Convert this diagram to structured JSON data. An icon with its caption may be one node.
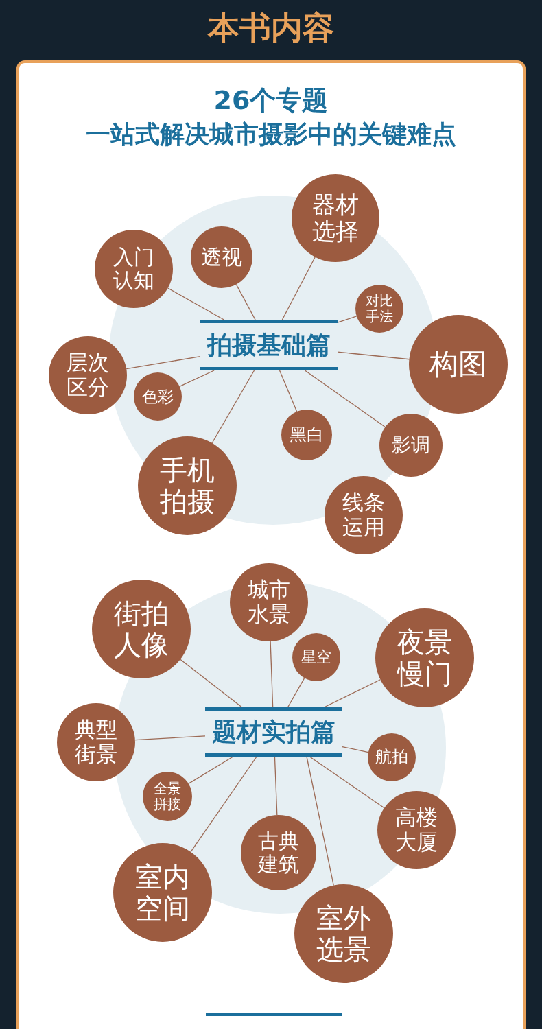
{
  "diagram": {
    "title": "本书内容",
    "nodes": [
      {
        "text": [
          "拍摄基础篇"
        ]
      },
      {
        "text": [
          "入门认知"
        ]
      },
      {
        "text": [
          "透视"
        ]
      },
      {
        "text": [
          "器材选择"
        ]
      },
      {
        "text": [
          "对比手法"
        ]
      },
      {
        "text": [
          "构图"
        ]
      },
      {
        "text": [
          "层次区分"
        ]
      },
      {
        "text": [
          "色彩"
        ]
      },
      {
        "text": [
          "黑白"
        ]
      },
      {
        "text": [
          "影调"
        ]
      },
      {
        "text": [
          "手机拍摄"
        ]
      },
      {
        "text": [
          "线条运用"
        ]
      },
      {
        "text": [
          "题材实拍篇"
        ]
      },
      {
        "text": [
          "街拍人像"
        ]
      },
      {
        "text": [
          "城市水景"
        ]
      },
      {
        "text": [
          "星空"
        ]
      },
      {
        "text": [
          "夜景慢门"
        ]
      },
      {
        "text": [
          "典型街景"
        ]
      },
      {
        "text": [
          "航拍"
        ]
      },
      {
        "text": [
          "全景拼接"
        ]
      },
      {
        "text": [
          "高楼大厦"
        ]
      },
      {
        "text": [
          "古典建筑"
        ]
      },
      {
        "text": [
          "室内空间"
        ]
      },
      {
        "text": [
          "室外选景"
        ]
      }
    ],
    "edges": [
      {
        "from": 1,
        "to": 0,
        "arrow": "none"
      },
      {
        "from": 2,
        "to": 0,
        "arrow": "none"
      },
      {
        "from": 3,
        "to": 0,
        "arrow": "none"
      },
      {
        "from": 4,
        "to": 0,
        "arrow": "none"
      },
      {
        "from": 5,
        "to": 0,
        "arrow": "none"
      },
      {
        "from": 6,
        "to": 0,
        "arrow": "none"
      },
      {
        "from": 7,
        "to": 0,
        "arrow": "none"
      },
      {
        "from": 8,
        "to": 0,
        "arrow": "none"
      },
      {
        "from": 9,
        "to": 0,
        "arrow": "none"
      },
      {
        "from": 10,
        "to": 0,
        "arrow": "none"
      },
      {
        "from": 13,
        "to": 12,
        "arrow": "none"
      },
      {
        "from": 14,
        "to": 12,
        "arrow": "none"
      },
      {
        "from": 15,
        "to": 12,
        "arrow": "none"
      },
      {
        "from": 16,
        "to": 12,
        "arrow": "none"
      },
      {
        "from": 17,
        "to": 12,
        "arrow": "none"
      },
      {
        "from": 18,
        "to": 12,
        "arrow": "none"
      },
      {
        "from": 19,
        "to": 12,
        "arrow": "none"
      },
      {
        "from": 20,
        "to": 12,
        "arrow": "none"
      },
      {
        "from": 21,
        "to": 12,
        "arrow": "none"
      },
      {
        "from": 22,
        "to": 12,
        "arrow": "none"
      },
      {
        "from": 23,
        "to": 12,
        "arrow": "none"
      }
    ],
    "labels": [
      "26个专题",
      "一站式解决城市摄影中的关键难点"
    ]
  }
}
